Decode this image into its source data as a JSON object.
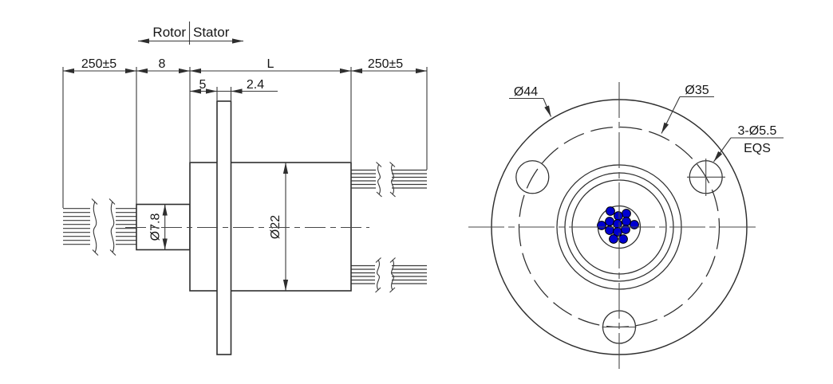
{
  "drawing": {
    "type": "engineering-drawing",
    "subject": "capsule slip ring, side section view and front flange view",
    "labels": {
      "rotor": "Rotor",
      "stator": "Stator"
    },
    "side": {
      "dim_rotor_lead": "250±5",
      "dim_shaft_len": "8",
      "dim_body_len": "L",
      "dim_stator_lead": "250±5",
      "dim_flange_offset": "5",
      "dim_flange_thickness": "2.4",
      "dim_shaft_dia": "Ø7.8",
      "dim_body_dia": "Ø22",
      "rotor_wire_count": 10,
      "stator_wire_bundles": [
        6,
        6
      ]
    },
    "front": {
      "dim_flange_dia": "Ø44",
      "dim_bolt_circle": "Ø35",
      "dim_bolt_holes": "3-Ø5.5",
      "dim_bolt_holes_eq": "EQS",
      "bolt_hole_count": 3,
      "bolt_hole_angles_deg": [
        30,
        150,
        270
      ],
      "wire_dot_count": 13
    },
    "colors": {
      "background": "#ffffff",
      "line": "#2e2e2e",
      "dimension_line": "#3a3a3a",
      "text": "#161616",
      "wire_dot_fill": "#0000d2",
      "wire_dot_stroke": "#000000"
    }
  }
}
